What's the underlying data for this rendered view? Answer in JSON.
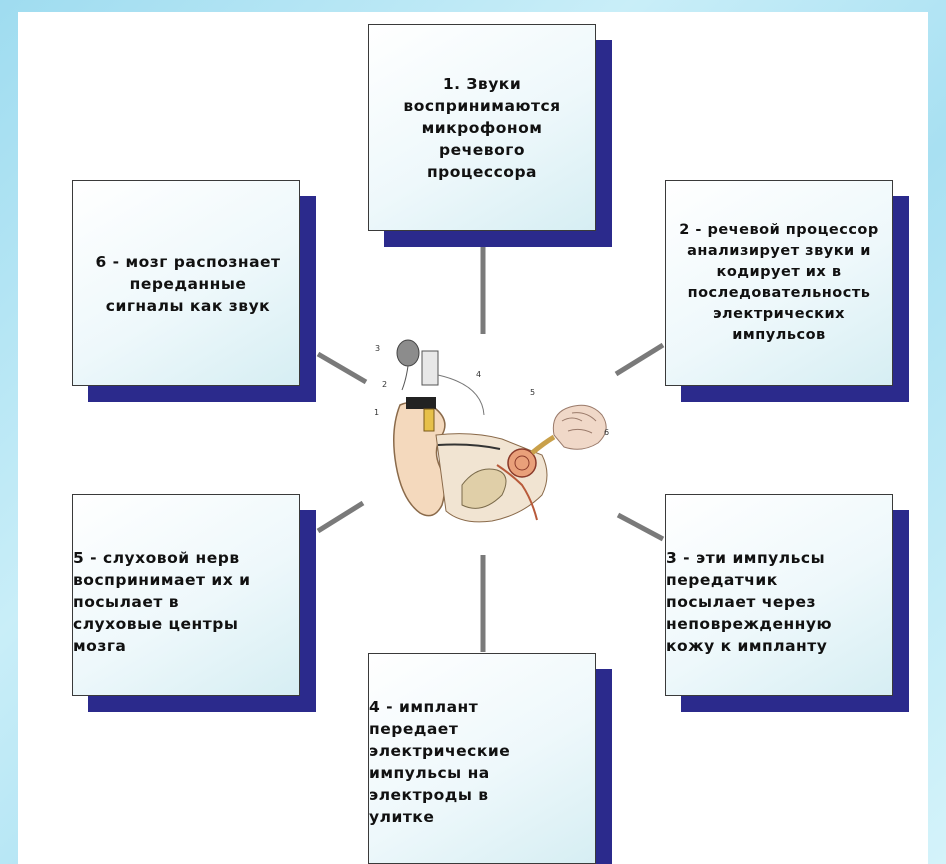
{
  "steps": [
    {
      "id": 1,
      "lines": [
        "1. Звуки",
        "воспринимаются",
        "микрофоном",
        "речевого",
        "процессора"
      ]
    },
    {
      "id": 2,
      "lines": [
        "2 - речевой процессор",
        "анализирует звуки и",
        "кодирует их в",
        "последовательность",
        "электрических",
        "импульсов"
      ]
    },
    {
      "id": 3,
      "lines": [
        "3 - эти импульсы",
        "передатчик",
        "посылает через",
        "неповрежденную",
        "кожу к импланту"
      ]
    },
    {
      "id": 4,
      "lines": [
        "4 - имплант",
        "передает",
        "электрические",
        "импульсы на",
        "электроды в",
        "улитке"
      ]
    },
    {
      "id": 5,
      "lines": [
        "5 - слуховой нерв",
        "воспринимает их и",
        "посылает в",
        "слуховые центры",
        "мозга"
      ]
    },
    {
      "id": 6,
      "lines": [
        "6 - мозг распознает",
        "переданные",
        "сигналы как звук"
      ]
    }
  ],
  "illustration": {
    "callouts": [
      "1",
      "2",
      "3",
      "4",
      "5",
      "6"
    ]
  },
  "colors": {
    "shadow": "#2b2a8c",
    "connector": "#7a7a7a",
    "frame": "#a8e0f2"
  }
}
